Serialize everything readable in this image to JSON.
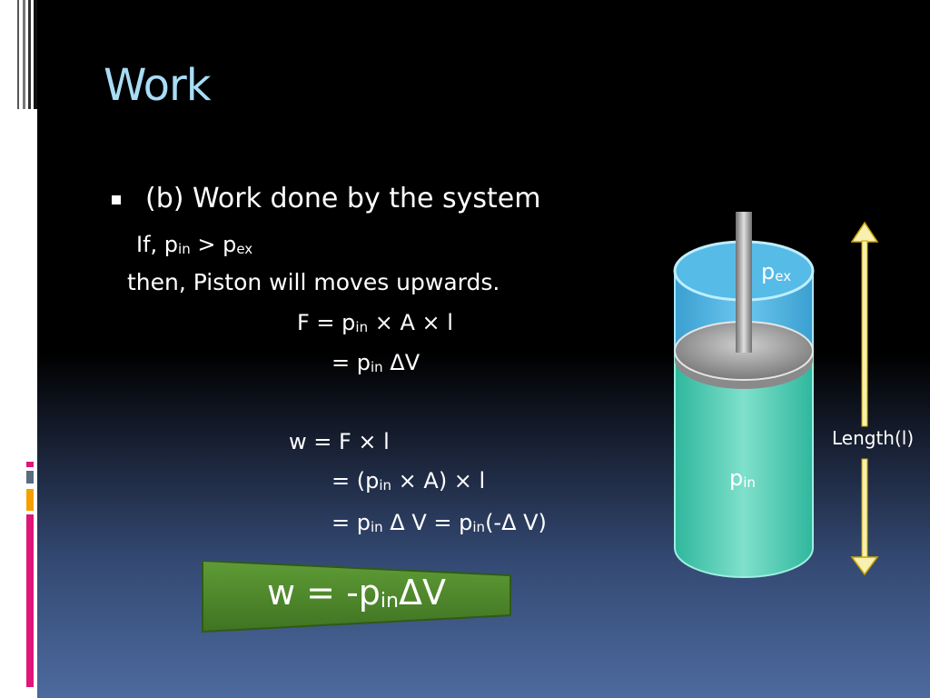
{
  "slide": {
    "title": "Work",
    "bullet": "(b) Work done by the system",
    "condition": {
      "prefix": "If, p",
      "sub1": "in",
      "mid": " > p",
      "sub2": "ex"
    },
    "then_line": "then, Piston will moves upwards.",
    "eq_F": {
      "a": "F = p",
      "sub": "in",
      "b": " × A × l"
    },
    "eq_pdv": {
      "a": "= p",
      "sub": "in",
      "b": " ΔV"
    },
    "eq_w1": "w = F × l",
    "eq_w2": {
      "a": "=  (p",
      "sub": "in",
      "b": " × A) × l"
    },
    "eq_w3": {
      "a": "= p",
      "sub1": "in",
      "b": " Δ V = p",
      "sub2": "in",
      "c": "(-Δ V)"
    }
  },
  "result": {
    "a": "w = -p",
    "sub": "in",
    "b": "ΔV"
  },
  "diagram": {
    "p_ex": {
      "a": "p",
      "sub": "ex"
    },
    "p_in": {
      "a": "p",
      "sub": "in"
    },
    "length_label": "Length(l)"
  },
  "colors": {
    "title": "#a9dcf5",
    "cylinder_top": "#4fb3e0",
    "cylinder_bottom": "#3fc9b0",
    "banner": "#4f8a2e",
    "arrow": "#f7f0b0",
    "deco_pink": "#e0157a",
    "deco_orange": "#f5a000"
  }
}
